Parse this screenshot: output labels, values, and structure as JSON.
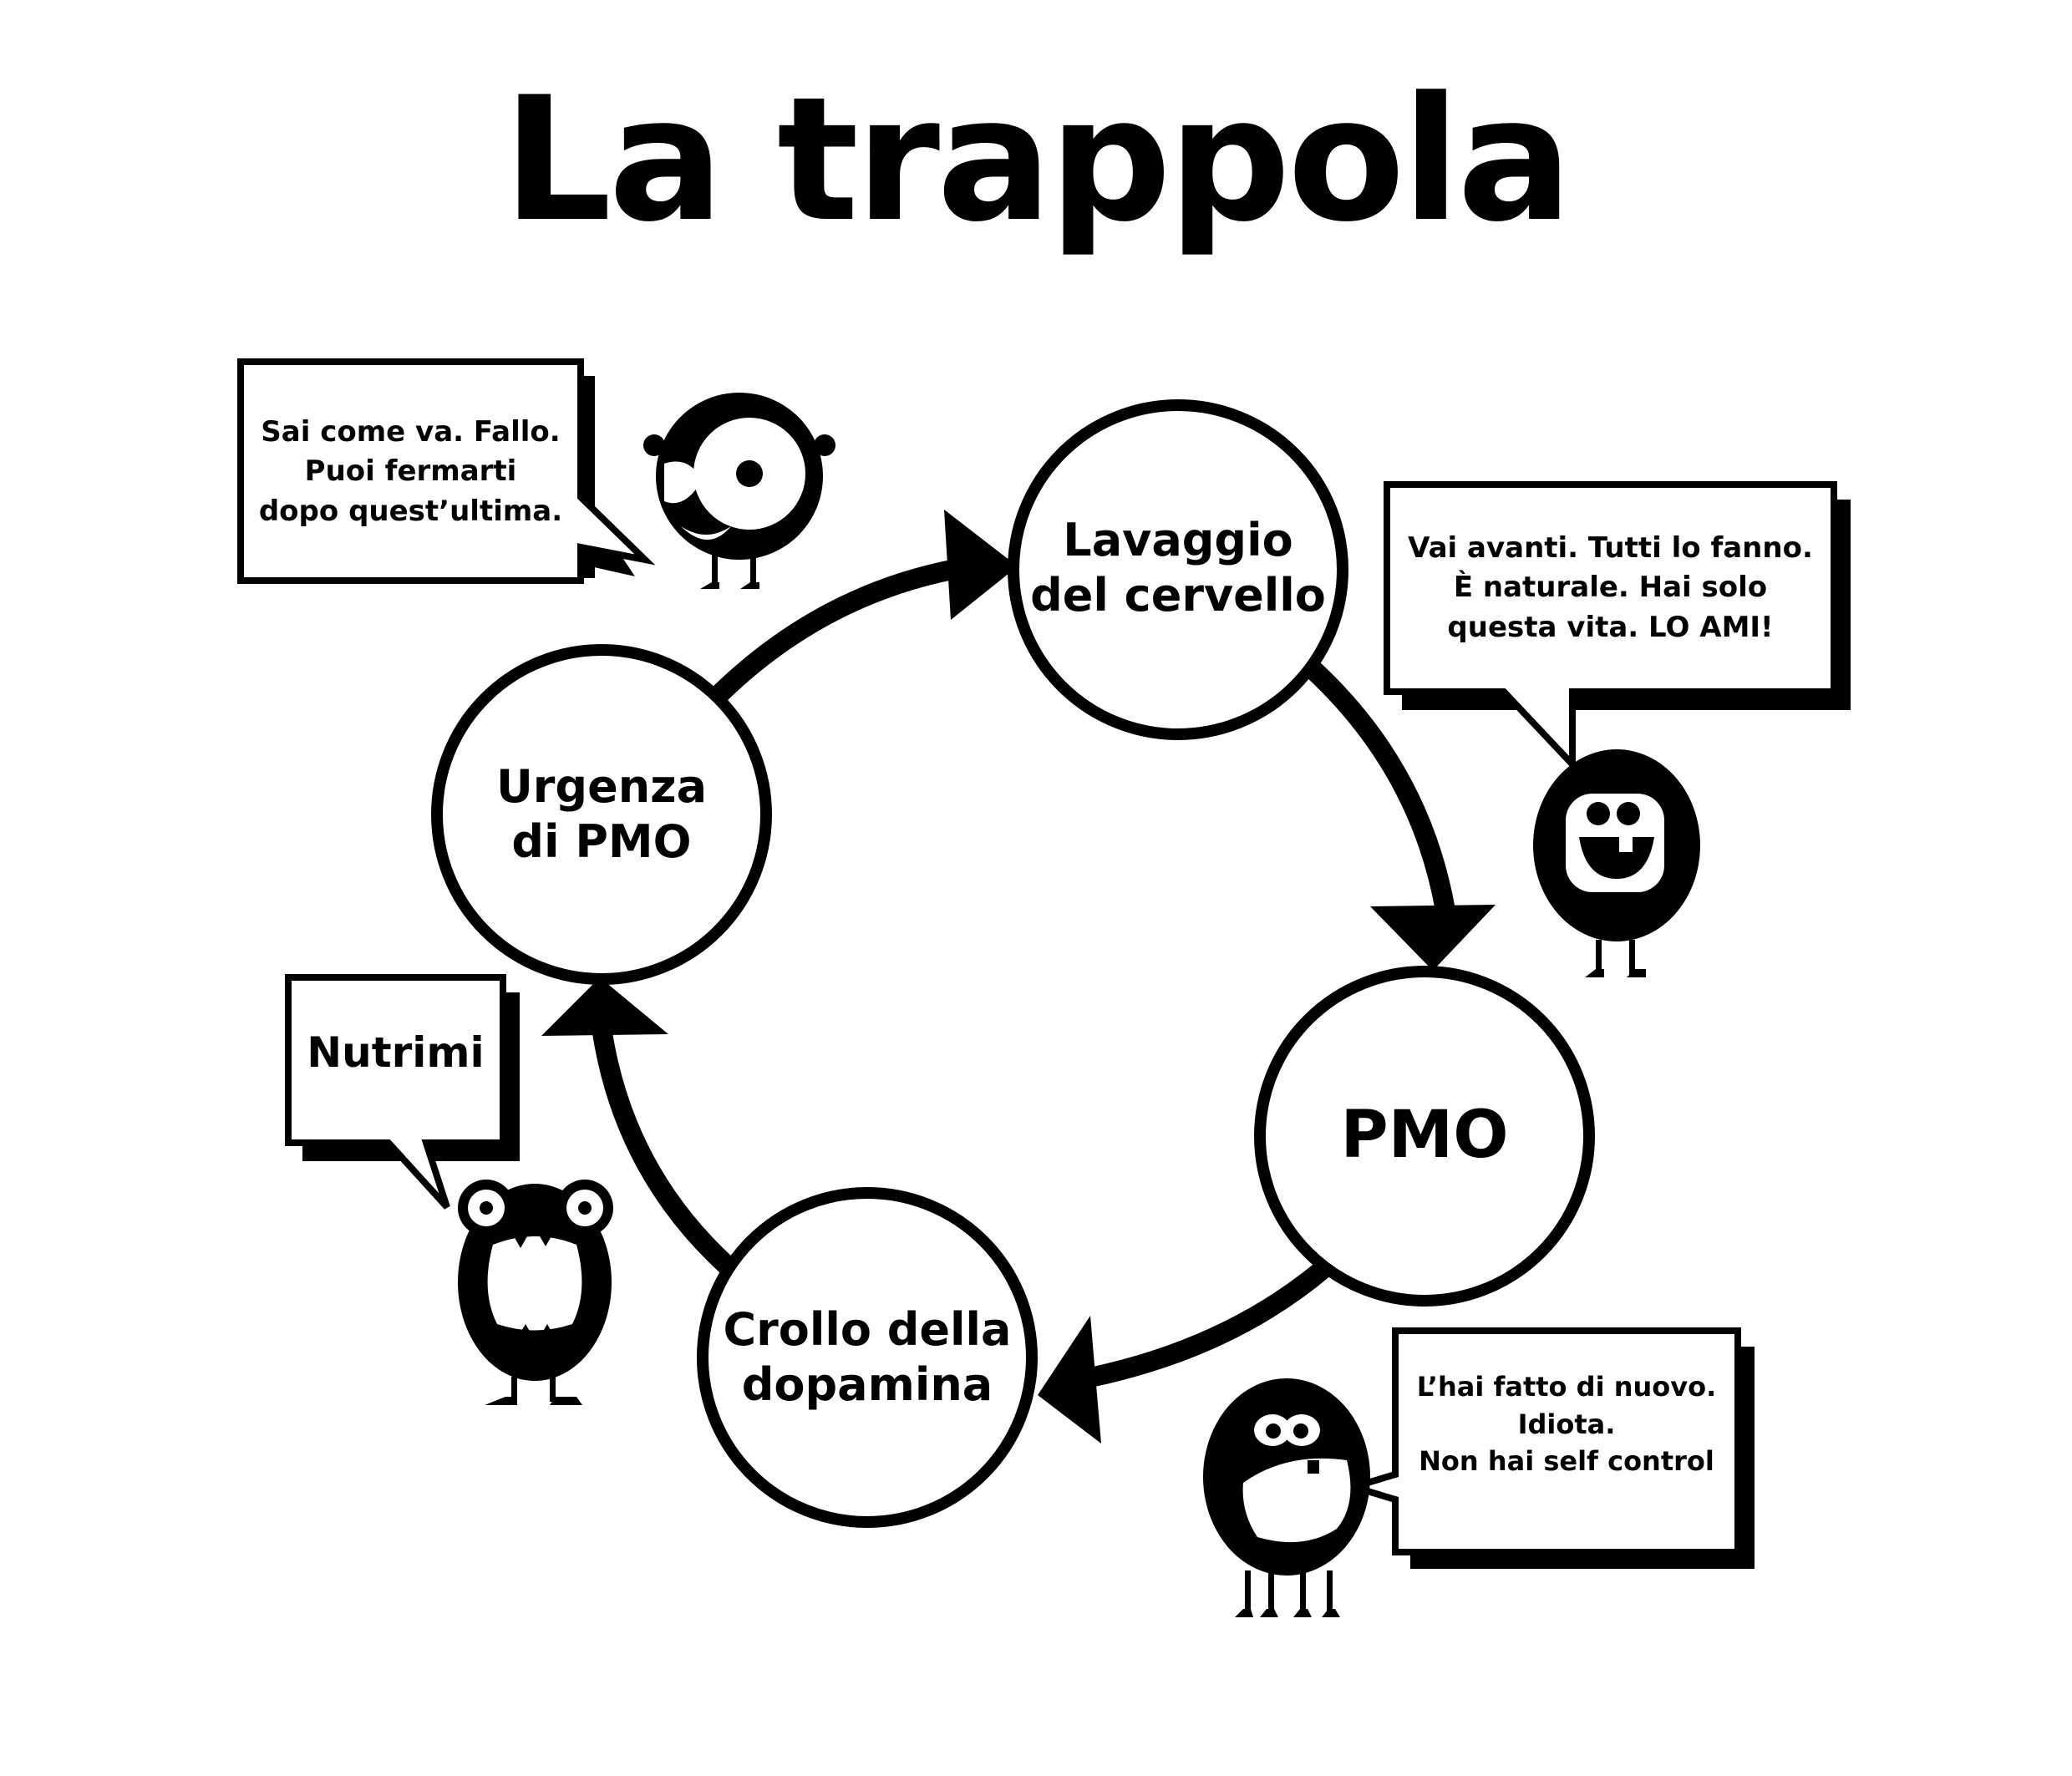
{
  "title": "La trappola",
  "colors": {
    "ink": "#000000",
    "paper": "#ffffff"
  },
  "cycle": {
    "nodes": [
      {
        "id": "lavaggio",
        "label": "Lavaggio\ndel cervello"
      },
      {
        "id": "pmo",
        "label": "PMO"
      },
      {
        "id": "crollo",
        "label": "Crollo della\ndopamina"
      },
      {
        "id": "urgenza",
        "label": "Urgenza\ndi PMO"
      }
    ],
    "edges": [
      {
        "from": "urgenza",
        "to": "lavaggio"
      },
      {
        "from": "lavaggio",
        "to": "pmo"
      },
      {
        "from": "pmo",
        "to": "crollo"
      },
      {
        "from": "crollo",
        "to": "urgenza"
      }
    ]
  },
  "bubbles": [
    {
      "id": "sai-come-va",
      "text": "Sai come va. Fallo.\nPuoi fermarti\ndopo quest’ultima.",
      "monster": "one-eyed-monster-icon"
    },
    {
      "id": "vai-avanti",
      "text": "Vai avanti. Tutti lo fanno.\nÈ naturale. Hai solo\nquesta vita. LO AMI!",
      "monster": "grinning-monster-icon"
    },
    {
      "id": "nutrimi",
      "text": "Nutrimi",
      "monster": "big-mouth-monster-icon"
    },
    {
      "id": "hai-fatto",
      "text": "L’hai fatto di nuovo.\nIdiota.\nNon hai self control",
      "monster": "shouting-monster-icon"
    }
  ]
}
